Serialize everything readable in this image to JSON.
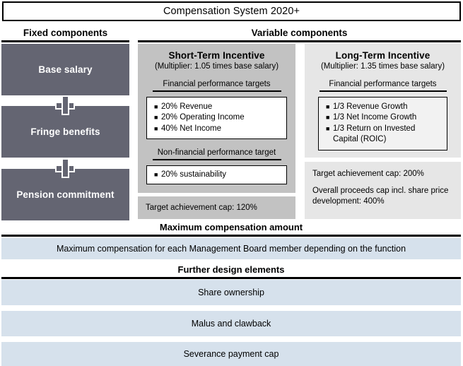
{
  "title": "Compensation System 2020+",
  "columns": {
    "fixed_heading": "Fixed components",
    "variable_heading": "Variable components"
  },
  "fixed_components": [
    {
      "label": "Base salary"
    },
    {
      "label": "Fringe benefits"
    },
    {
      "label": "Pension commitment"
    }
  ],
  "connector_symbol": "plus",
  "short_term_incentive": {
    "title": "Short-Term Incentive",
    "subtitle": "(Multiplier: 1.05 times base salary)",
    "financial_label": "Financial performance targets",
    "financial_targets": [
      "20% Revenue",
      "20% Operating Income",
      "40% Net Income"
    ],
    "nonfinancial_label": "Non-financial performance target",
    "nonfinancial_targets": [
      "20% sustainability"
    ],
    "cap": "Target achievement cap: 120%"
  },
  "long_term_incentive": {
    "title": "Long-Term Incentive",
    "subtitle": "(Multiplier: 1.35 times base salary)",
    "financial_label": "Financial performance targets",
    "financial_targets": [
      "1/3 Revenue Growth",
      "1/3 Net Income Growth",
      "1/3 Return on Invested Capital (ROIC)"
    ],
    "cap_target": "Target achievement cap: 200%",
    "cap_overall": "Overall proceeds cap incl. share price development: 400%"
  },
  "maximum_section": {
    "heading": "Maximum compensation amount",
    "bar": "Maximum compensation for each Management Board member depending on the function"
  },
  "further_section": {
    "heading": "Further design elements",
    "bars": [
      "Share ownership",
      "Malus and clawback",
      "Severance payment cap"
    ]
  },
  "colors": {
    "fixed_box": "#646572",
    "sti_panel": "#c2c2c2",
    "lti_panel": "#e6e6e6",
    "blue_bar": "#d6e1ec",
    "rule": "#000000"
  }
}
